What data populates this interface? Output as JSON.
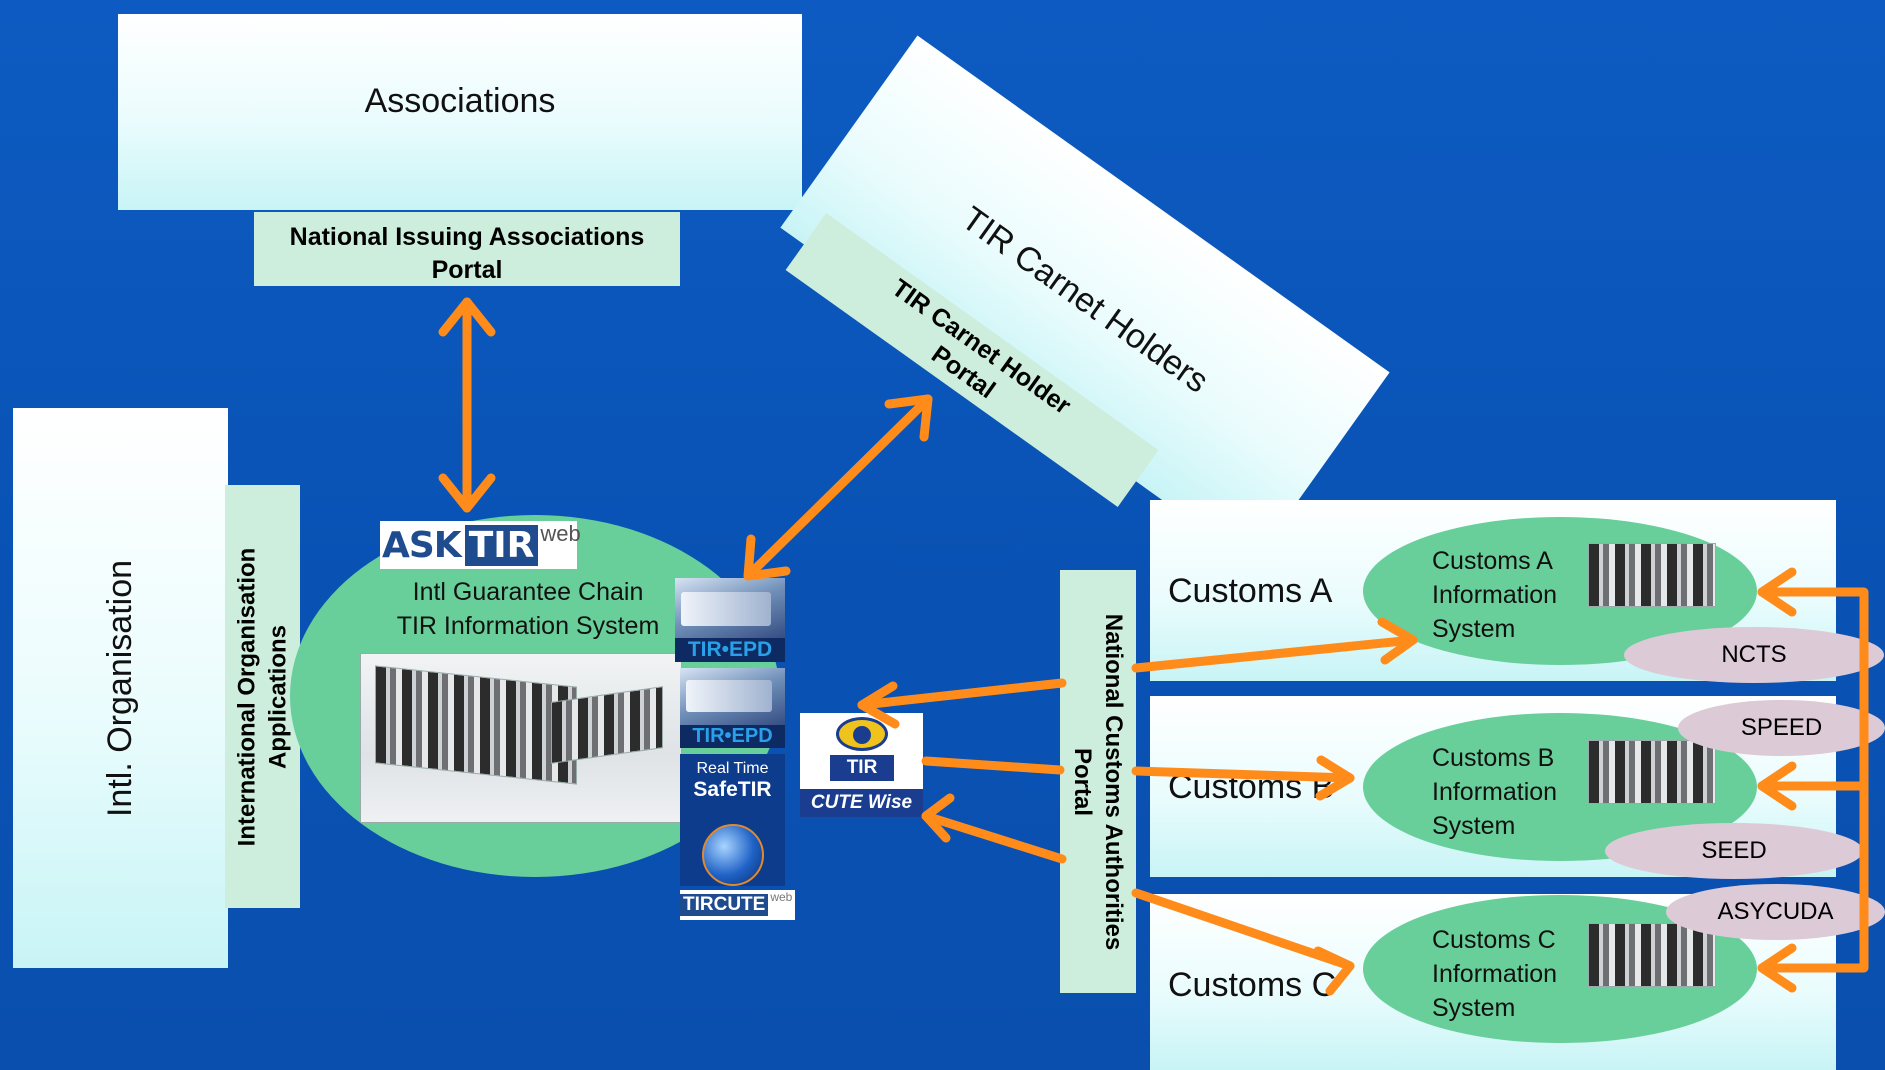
{
  "associations": {
    "title": "Associations"
  },
  "issuing_portal": {
    "line1": "National Issuing Associations",
    "line2": "Portal"
  },
  "holders": {
    "title": "TIR Carnet Holders"
  },
  "holder_portal": {
    "line1": "TIR Carnet Holder",
    "line2": "Portal"
  },
  "intl_org": {
    "title": "Intl. Organisation"
  },
  "intl_apps": {
    "line1": "International Organisation",
    "line2": "Applications"
  },
  "center": {
    "asktir": {
      "ask": "ASK",
      "tir": "TIR",
      "web": "web"
    },
    "line1": "Intl Guarantee Chain",
    "line2": "TIR Information System"
  },
  "logos": {
    "tir_epd": "TIR•EPD",
    "safetir_top": "Real Time",
    "safetir_main": "SafeTIR",
    "tircute": "TIRCUTE",
    "tircute_web": "web",
    "cutewise_tir": "TIR",
    "cutewise": "CUTE Wise"
  },
  "customs_portal": {
    "line1": "National Customs Authorities",
    "line2": "Portal"
  },
  "customs": [
    {
      "label": "Customs A",
      "sys1": "Customs A",
      "sys2": "Information",
      "sys3": "System"
    },
    {
      "label": "Customs B",
      "sys1": "Customs B",
      "sys2": "Information",
      "sys3": "System"
    },
    {
      "label": "Customs C",
      "sys1": "Customs C",
      "sys2": "Information",
      "sys3": "System"
    }
  ],
  "systems": {
    "ncts": "NCTS",
    "speed": "SPEED",
    "seed": "SEED",
    "asycuda": "ASYCUDA"
  },
  "colors": {
    "background": "#0a55b8",
    "arrow": "#ff8c1a",
    "ellipse": "#68cf9a",
    "pill": "#dccad6",
    "portal": "#cdeedd"
  }
}
